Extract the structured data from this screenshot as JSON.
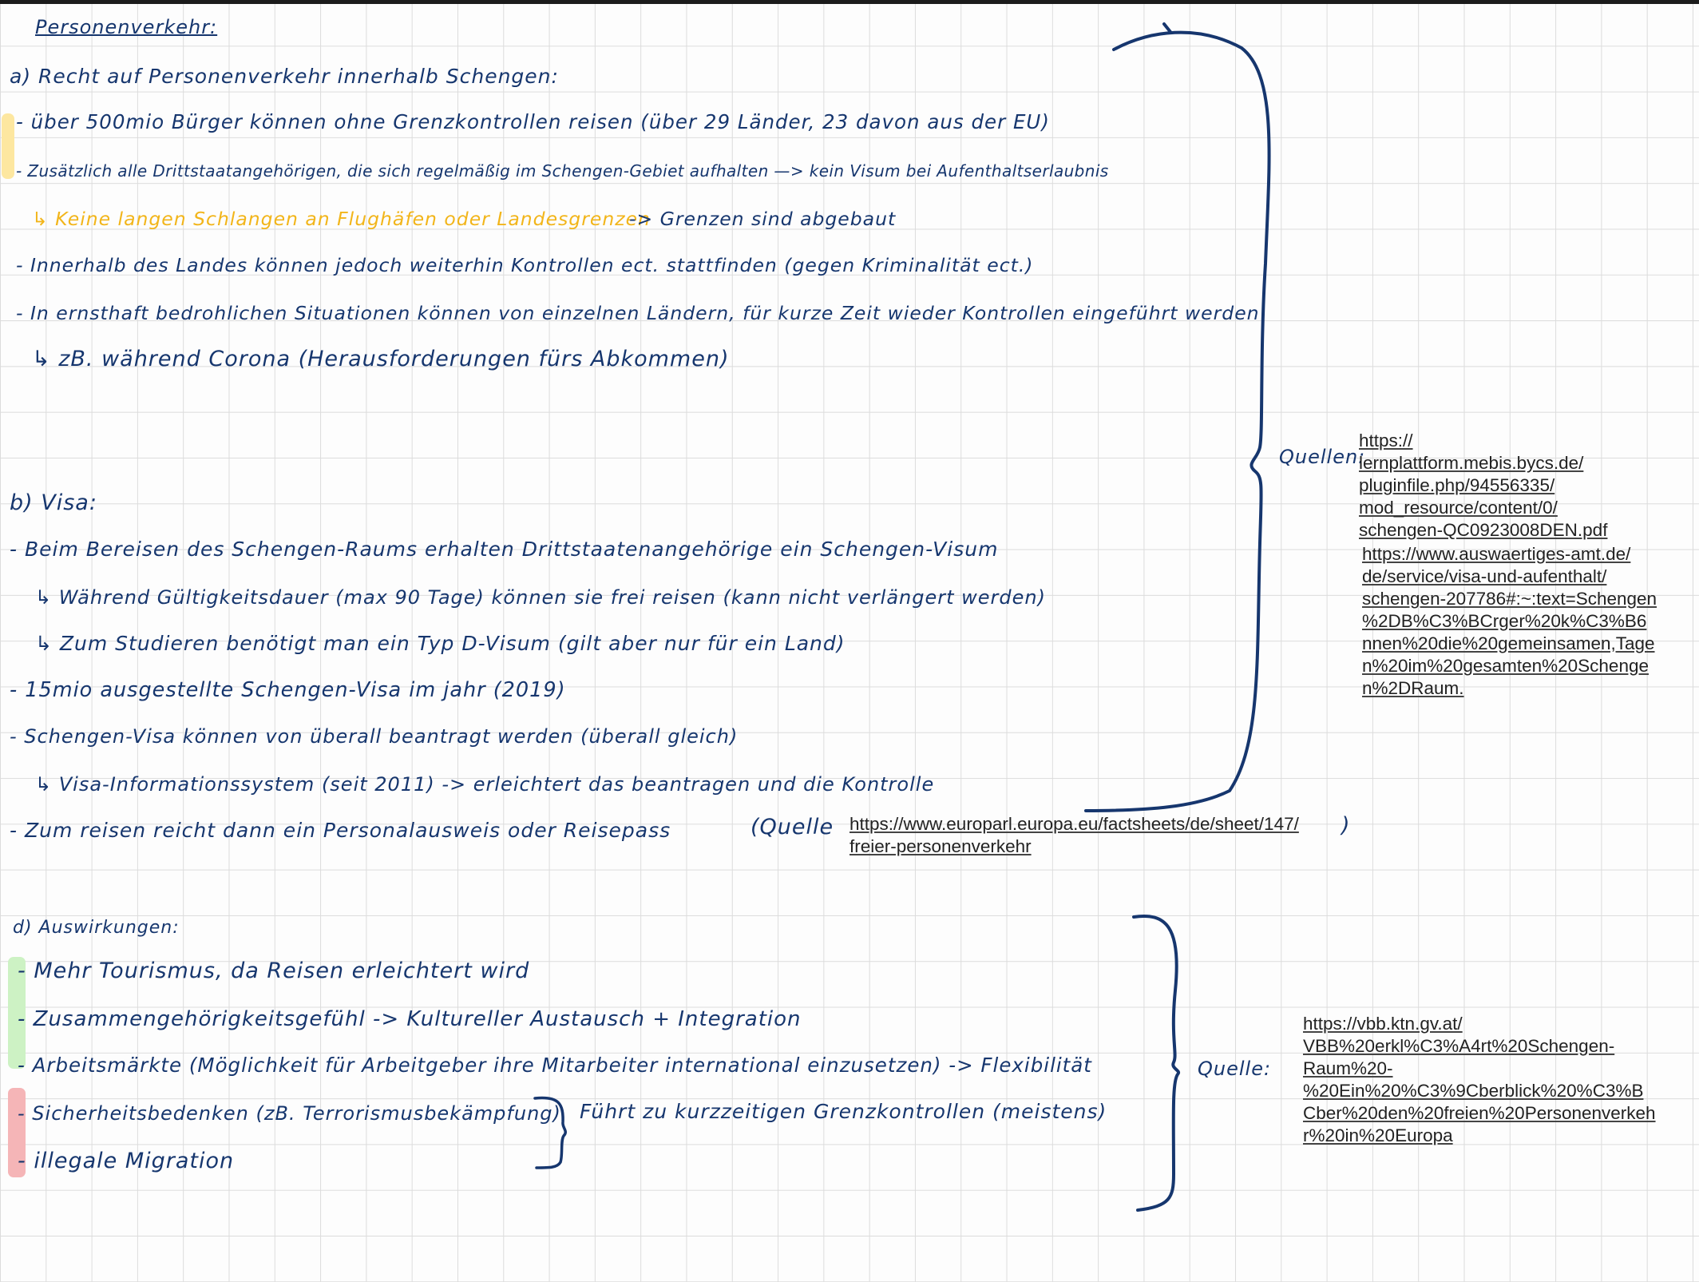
{
  "colors": {
    "ink": "#16366e",
    "highlight_yellow": "#f2b51a",
    "marker_yellow": "#fde7a0",
    "marker_green": "#cdf2c4",
    "marker_red": "#f5b5b7"
  },
  "title": "Personenverkehr:",
  "section_a": {
    "heading": "a) Recht auf Personenverkehr innerhalb Schengen:",
    "lines": [
      "- über 500mio Bürger können ohne Grenzkontrollen reisen (über 29 Länder, 23 davon aus der EU)",
      "- Zusätzlich alle Drittstaatangehörigen, die sich regelmäßig im Schengen-Gebiet aufhalten —> kein Visum bei Aufenthaltserlaubnis",
      "↳ Keine langen Schlangen an Flughäfen oder Landesgrenzen",
      "-> Grenzen sind abgebaut",
      "- Innerhalb des Landes können jedoch weiterhin Kontrollen ect. stattfinden (gegen Kriminalität ect.)",
      "- In ernsthaft bedrohlichen Situationen können von einzelnen Ländern, für kurze Zeit wieder Kontrollen eingeführt werden",
      "↳ zB. während Corona (Herausforderungen fürs Abkommen)"
    ]
  },
  "section_b": {
    "heading": "b) Visa:",
    "lines": [
      "- Beim Bereisen des Schengen-Raums erhalten Drittstaatenangehörige ein Schengen-Visum",
      "↳ Während Gültigkeitsdauer (max 90 Tage) können sie frei reisen (kann nicht verlängert werden)",
      "↳ Zum Studieren benötigt man ein Typ D-Visum (gilt aber nur für ein Land)",
      "- 15mio ausgestellte Schengen-Visa im jahr (2019)",
      "- Schengen-Visa können von überall beantragt werden (überall gleich)",
      "↳ Visa-Informationssystem (seit 2011) -> erleichtert das beantragen und die Kontrolle",
      "- Zum reisen reicht dann ein Personalausweis oder Reisepass"
    ],
    "quelle_open": "(Quelle",
    "quelle_close": ")",
    "quelle_url_1": "https://www.europarl.europa.eu/factsheets/de/sheet/147/",
    "quelle_url_2": "freier-personenverkehr"
  },
  "sources_main": {
    "label": "Quellen:",
    "link1": [
      "https://",
      "lernplattform.mebis.bycs.de/",
      "pluginfile.php/94556335/",
      "mod_resource/content/0/",
      "schengen-QC0923008DEN.pdf"
    ],
    "link2": [
      "https://www.auswaertiges-amt.de/",
      "de/service/visa-und-aufenthalt/",
      "schengen-207786#:~:text=Schengen",
      "%2DB%C3%BCrger%20k%C3%B6",
      "nnen%20die%20gemeinsamen,Tage",
      "n%20im%20gesamten%20Schenge",
      "n%2DRaum."
    ]
  },
  "section_d": {
    "heading": "d) Auswirkungen:",
    "lines": [
      "- Mehr Tourismus, da Reisen erleichtert wird",
      "- Zusammengehörigkeitsgefühl -> Kultureller Austausch + Integration",
      "- Arbeitsmärkte (Möglichkeit für Arbeitgeber ihre Mitarbeiter international einzusetzen) -> Flexibilität",
      "- Sicherheitsbedenken (zB. Terrorismusbekämpfung)",
      "- illegale Migration"
    ],
    "inner_note": "Führt zu kurzzeitigen Grenzkontrollen (meistens)"
  },
  "sources_d": {
    "label": "Quelle:",
    "link": [
      "https://vbb.ktn.gv.at/",
      "VBB%20erkl%C3%A4rt%20Schengen-",
      "Raum%20-",
      "%20Ein%20%C3%9Cberblick%20%C3%B",
      "Cber%20den%20freien%20Personenverkeh",
      "r%20in%20Europa"
    ]
  }
}
